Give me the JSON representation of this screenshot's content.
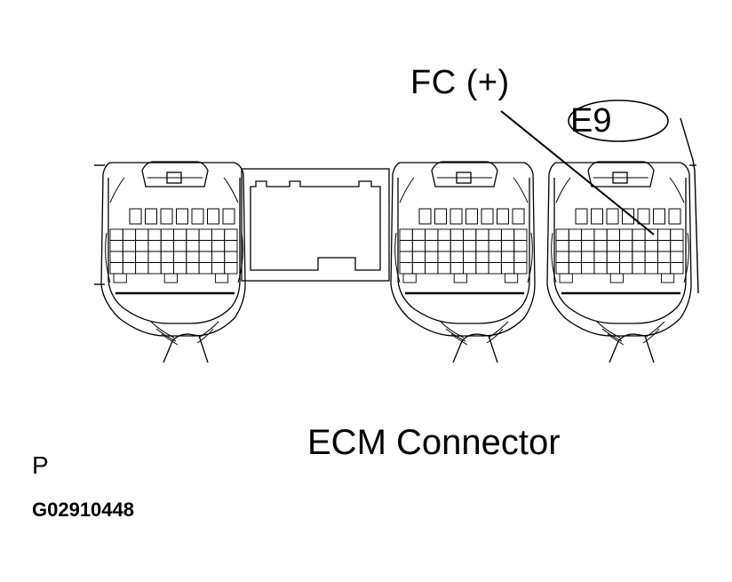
{
  "diagram": {
    "callout_label": "FC (+)",
    "connector_label": "E9",
    "caption": "ECM Connector",
    "section_letter": "P",
    "figure_code": "G02910448",
    "connectors": [
      {
        "name": "left-connector"
      },
      {
        "name": "middle-connector"
      },
      {
        "name": "right-connector"
      }
    ],
    "colors": {
      "line": "#000000",
      "background": "#ffffff"
    }
  }
}
